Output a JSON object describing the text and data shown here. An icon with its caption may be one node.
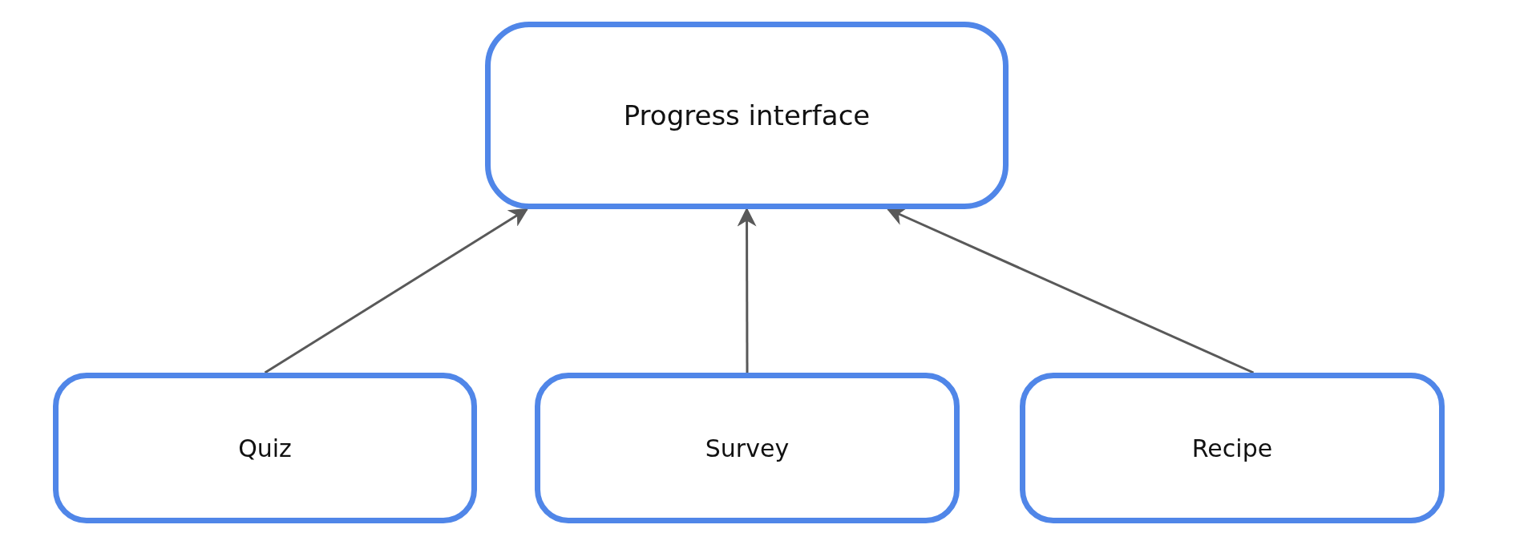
{
  "diagram": {
    "nodes": [
      {
        "text": [
          "Progress interface"
        ]
      },
      {
        "text": [
          "Quiz"
        ]
      },
      {
        "text": [
          "Survey"
        ]
      },
      {
        "text": [
          "Recipe"
        ]
      }
    ],
    "edges": [
      {
        "from": 1,
        "to": 0,
        "arrow": "to"
      },
      {
        "from": 2,
        "to": 0,
        "arrow": "to"
      },
      {
        "from": 3,
        "to": 0,
        "arrow": "to"
      }
    ]
  }
}
